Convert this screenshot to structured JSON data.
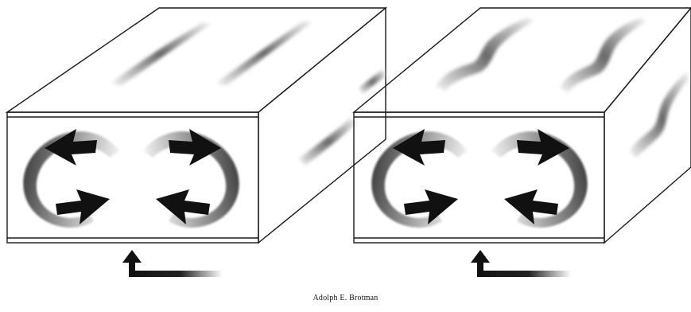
{
  "figure": {
    "credit": "Adolph E. Brotman",
    "panels": [
      {
        "id": "left",
        "top_streak_shape": "straight",
        "cells": [
          {
            "rotation": "counterclockwise"
          },
          {
            "rotation": "clockwise"
          }
        ]
      },
      {
        "id": "right",
        "top_streak_shape": "wavy",
        "cells": [
          {
            "rotation": "counterclockwise"
          },
          {
            "rotation": "clockwise"
          }
        ]
      }
    ],
    "colors": {
      "line": "#1a1a1a",
      "arrow_dark": "#111111",
      "arrow_light": "#e6e6e6",
      "background": "#ffffff"
    },
    "icons": [
      "vortex-arrow-icon",
      "flow-arrow-icon"
    ]
  }
}
